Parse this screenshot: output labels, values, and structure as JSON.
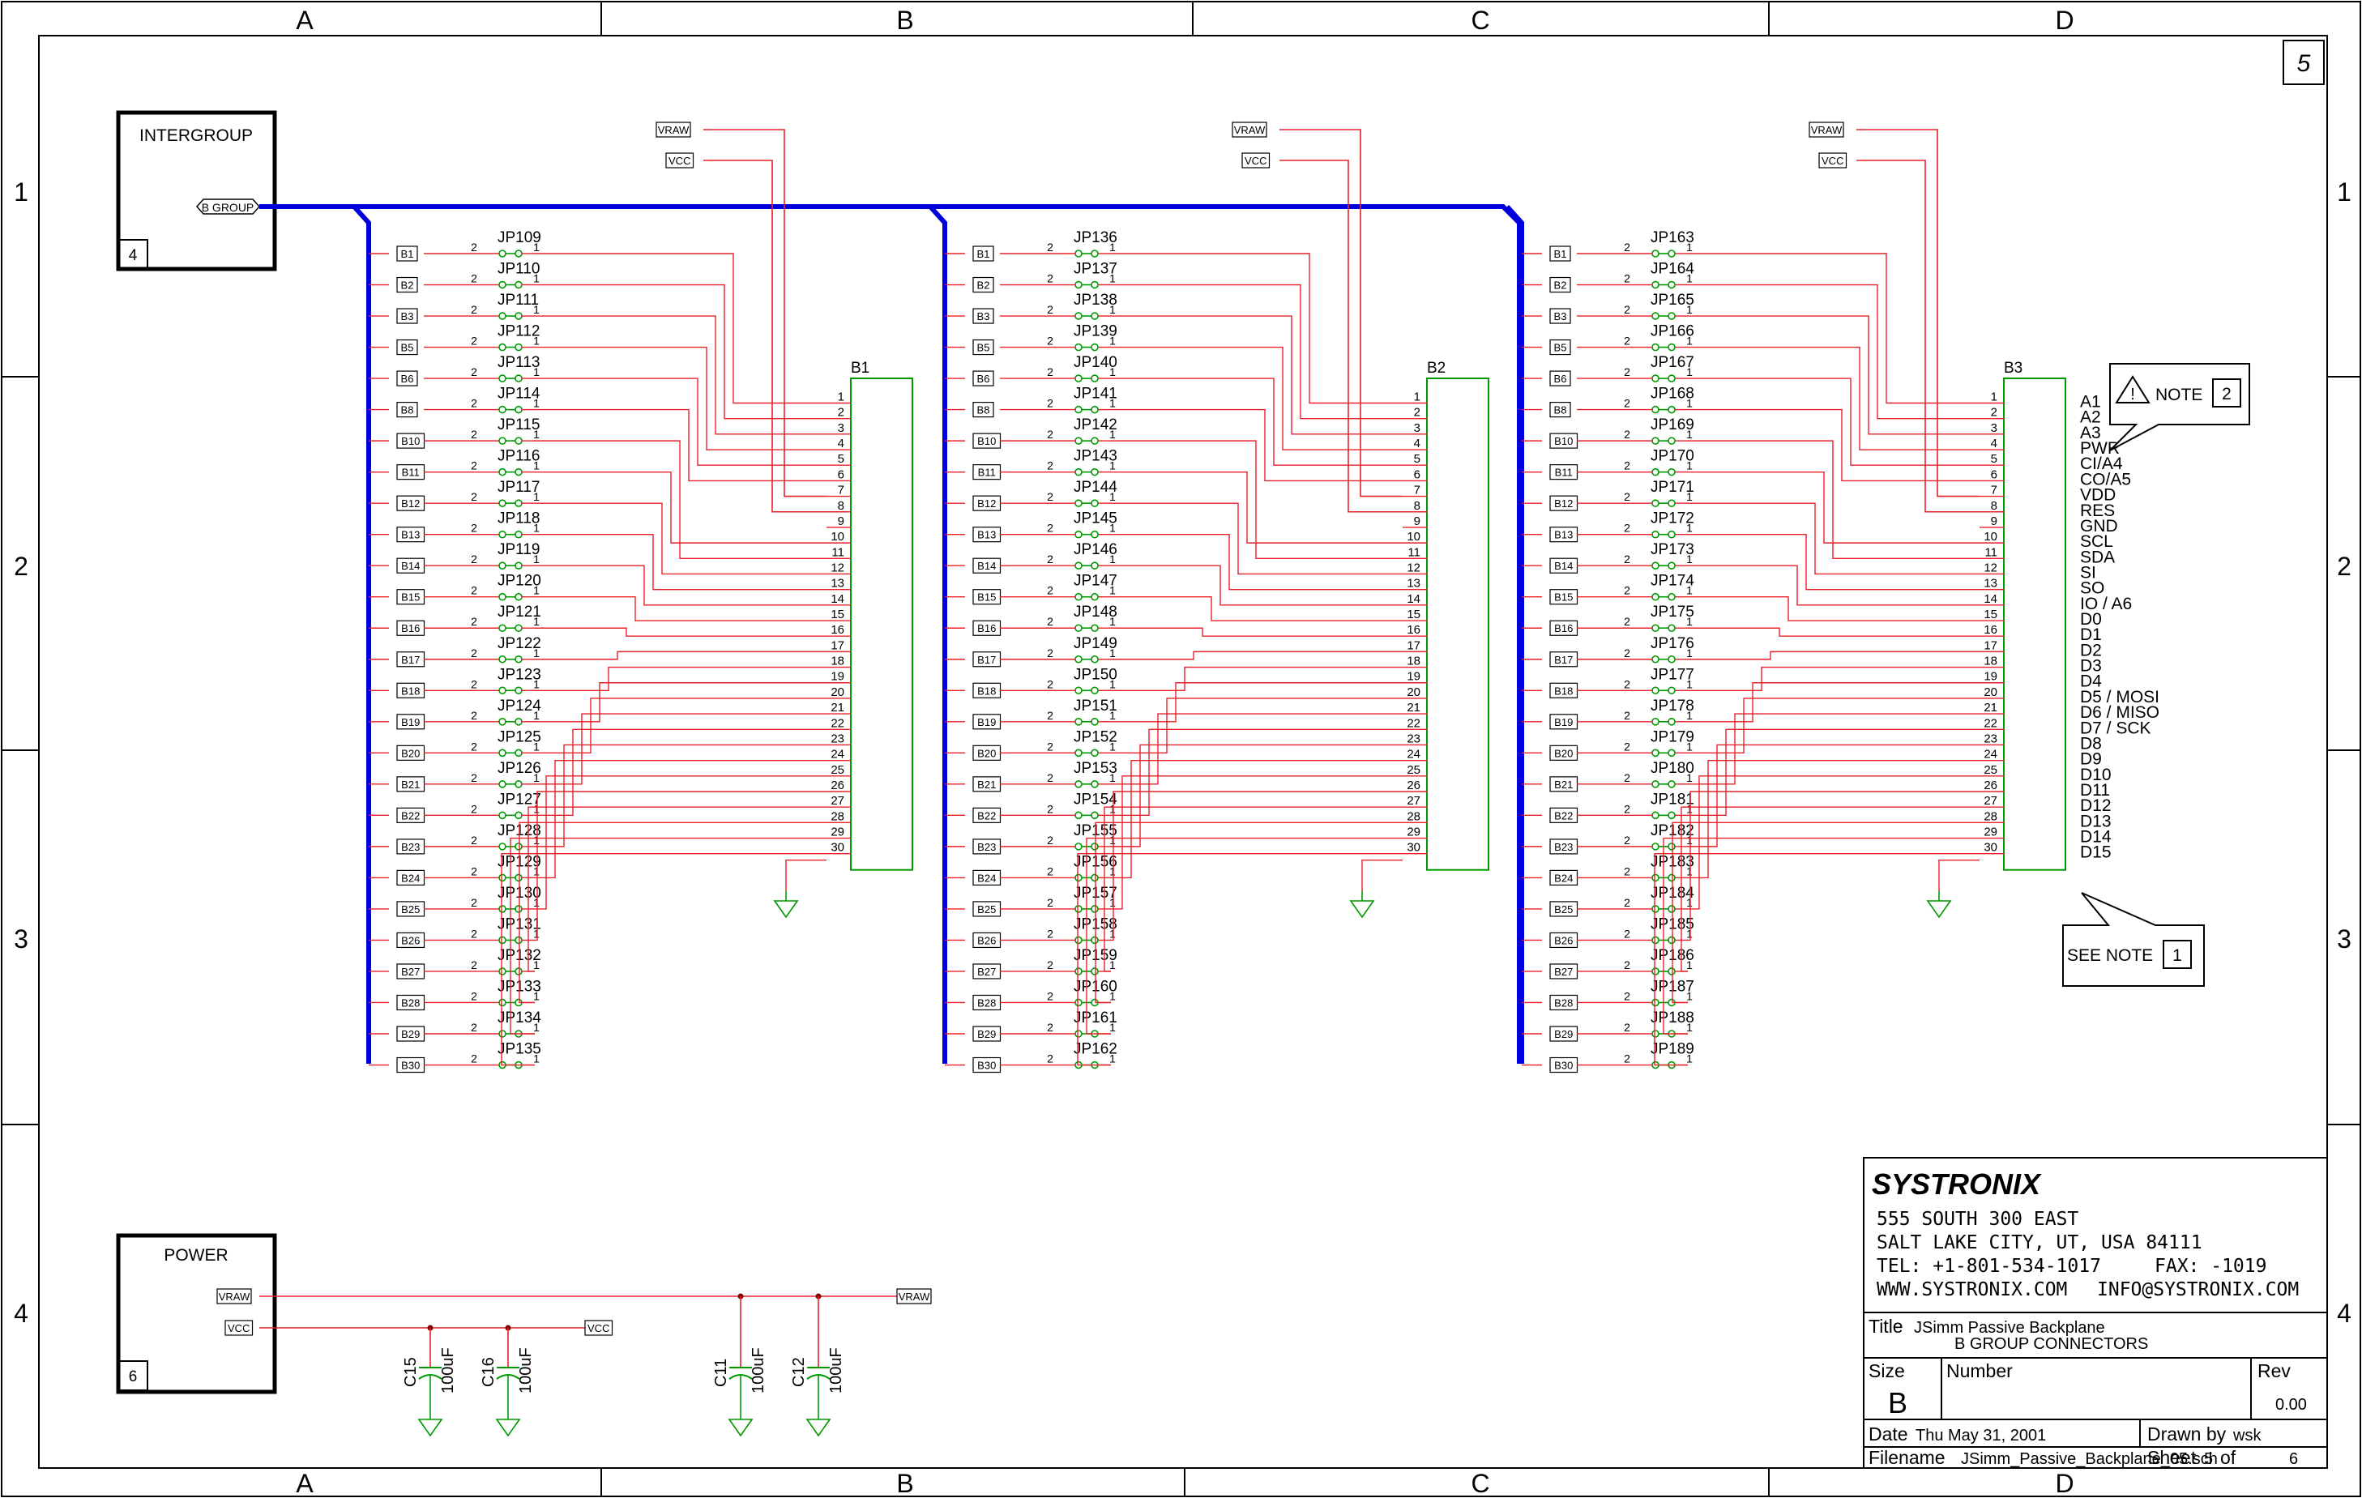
{
  "sheet": {
    "columns": [
      "A",
      "B",
      "C",
      "D"
    ],
    "rows": [
      "1",
      "2",
      "3",
      "4"
    ],
    "page_number": "5"
  },
  "intergroup": {
    "title": "INTERGROUP",
    "port": "B GROUP",
    "sheet_ref": "4"
  },
  "power": {
    "title": "POWER",
    "ports": [
      "VRAW",
      "VCC"
    ],
    "sheet_ref": "6"
  },
  "net_labels": {
    "vraw": "VRAW",
    "vcc": "VCC"
  },
  "nets": [
    "B1",
    "B2",
    "B3",
    "B5",
    "B6",
    "B8",
    "B10",
    "B11",
    "B12",
    "B13",
    "B14",
    "B15",
    "B16",
    "B17",
    "B18",
    "B19",
    "B20",
    "B21",
    "B22",
    "B23",
    "B24",
    "B25",
    "B26",
    "B27",
    "B28",
    "B29",
    "B30"
  ],
  "jumper_pin_left": "2",
  "jumper_pin_right": "1",
  "connector_pins": [
    "1",
    "2",
    "3",
    "4",
    "5",
    "6",
    "7",
    "8",
    "9",
    "10",
    "11",
    "12",
    "13",
    "14",
    "15",
    "16",
    "17",
    "18",
    "19",
    "20",
    "21",
    "22",
    "23",
    "24",
    "25",
    "26",
    "27",
    "28",
    "29",
    "30"
  ],
  "groups": [
    {
      "connector": "B1",
      "jumpers": [
        "JP109",
        "JP110",
        "JP111",
        "JP112",
        "JP113",
        "JP114",
        "JP115",
        "JP116",
        "JP117",
        "JP118",
        "JP119",
        "JP120",
        "JP121",
        "JP122",
        "JP123",
        "JP124",
        "JP125",
        "JP126",
        "JP127",
        "JP128",
        "JP129",
        "JP130",
        "JP131",
        "JP132",
        "JP133",
        "JP134",
        "JP135"
      ]
    },
    {
      "connector": "B2",
      "jumpers": [
        "JP136",
        "JP137",
        "JP138",
        "JP139",
        "JP140",
        "JP141",
        "JP142",
        "JP143",
        "JP144",
        "JP145",
        "JP146",
        "JP147",
        "JP148",
        "JP149",
        "JP150",
        "JP151",
        "JP152",
        "JP153",
        "JP154",
        "JP155",
        "JP156",
        "JP157",
        "JP158",
        "JP159",
        "JP160",
        "JP161",
        "JP162"
      ]
    },
    {
      "connector": "B3",
      "jumpers": [
        "JP163",
        "JP164",
        "JP165",
        "JP166",
        "JP167",
        "JP168",
        "JP169",
        "JP170",
        "JP171",
        "JP172",
        "JP173",
        "JP174",
        "JP175",
        "JP176",
        "JP177",
        "JP178",
        "JP179",
        "JP180",
        "JP181",
        "JP182",
        "JP183",
        "JP184",
        "JP185",
        "JP186",
        "JP187",
        "JP188",
        "JP189"
      ]
    }
  ],
  "pin_functions": [
    "A1",
    "A2",
    "A3",
    "PWR",
    "CI/A4",
    "CO/A5",
    "VDD",
    "RES",
    "GND",
    "SCL",
    "SDA",
    "SI",
    "SO",
    "IO / A6",
    "D0",
    "D1",
    "D2",
    "D3",
    "D4",
    "D5 / MOSI",
    "D6 / MISO",
    "D7 / SCK",
    "D8",
    "D9",
    "D10",
    "D11",
    "D12",
    "D13",
    "D14",
    "D15"
  ],
  "notes": {
    "note2_label": "NOTE",
    "note2_num": "2",
    "note1_label": "SEE NOTE",
    "note1_num": "1"
  },
  "capacitors": [
    {
      "ref": "C15",
      "value": "100uF"
    },
    {
      "ref": "C16",
      "value": "100uF"
    },
    {
      "ref": "C11",
      "value": "100uF"
    },
    {
      "ref": "C12",
      "value": "100uF"
    }
  ],
  "title_block": {
    "company": "SYSTRONIX",
    "address1": "555 SOUTH 300 EAST",
    "address2": "SALT LAKE CITY, UT, USA 84111",
    "tel": "TEL: +1-801-534-1017",
    "fax": "FAX: -1019",
    "web": "WWW.SYSTRONIX.COM",
    "email": "INFO@SYSTRONIX.COM",
    "title_label": "Title",
    "title_line1": "JSimm Passive Backplane",
    "title_line2": "B GROUP CONNECTORS",
    "size_label": "Size",
    "size_value": "B",
    "number_label": "Number",
    "rev_label": "Rev",
    "rev_value": "0.00",
    "date_label": "Date",
    "date_value": "Thu May 31, 2001",
    "drawn_label": "Drawn by",
    "drawn_value": "wsk",
    "filename_label": "Filename",
    "filename_value": "JSimm_Passive_Backplane_05.sch",
    "sheet_label": "Sheet",
    "sheet_value": "5",
    "of_label": "of",
    "of_value": "6"
  },
  "colors": {
    "wire": "#e8202a",
    "bus": "#0000dd",
    "component": "#009900",
    "frame": "#000000"
  }
}
